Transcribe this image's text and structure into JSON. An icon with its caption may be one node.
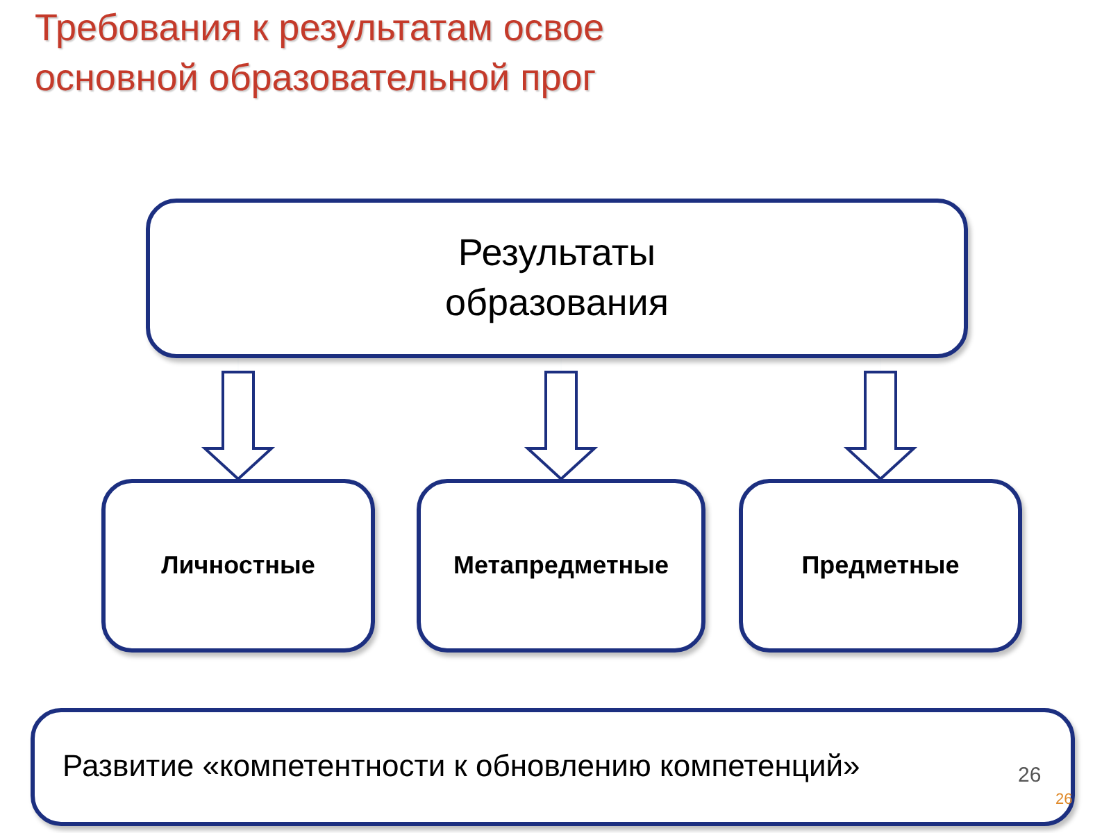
{
  "diagram": {
    "title": "Требования к результатам освое основной образовательной прог",
    "nodes": [
      {
        "text": [
          "Результаты образования"
        ]
      },
      {
        "text": [
          "Личностные"
        ]
      },
      {
        "text": [
          "Метапредметные"
        ]
      },
      {
        "text": [
          "Предметные"
        ]
      },
      {
        "text": [
          "Развитие «компетентности к обновлению компетенций»"
        ]
      }
    ],
    "edges": [
      {
        "from": 0,
        "to": 1,
        "arrow": "to"
      },
      {
        "from": 0,
        "to": 2,
        "arrow": "to"
      },
      {
        "from": 0,
        "to": 3,
        "arrow": "to"
      }
    ],
    "labels": [
      "26",
      "26"
    ]
  }
}
